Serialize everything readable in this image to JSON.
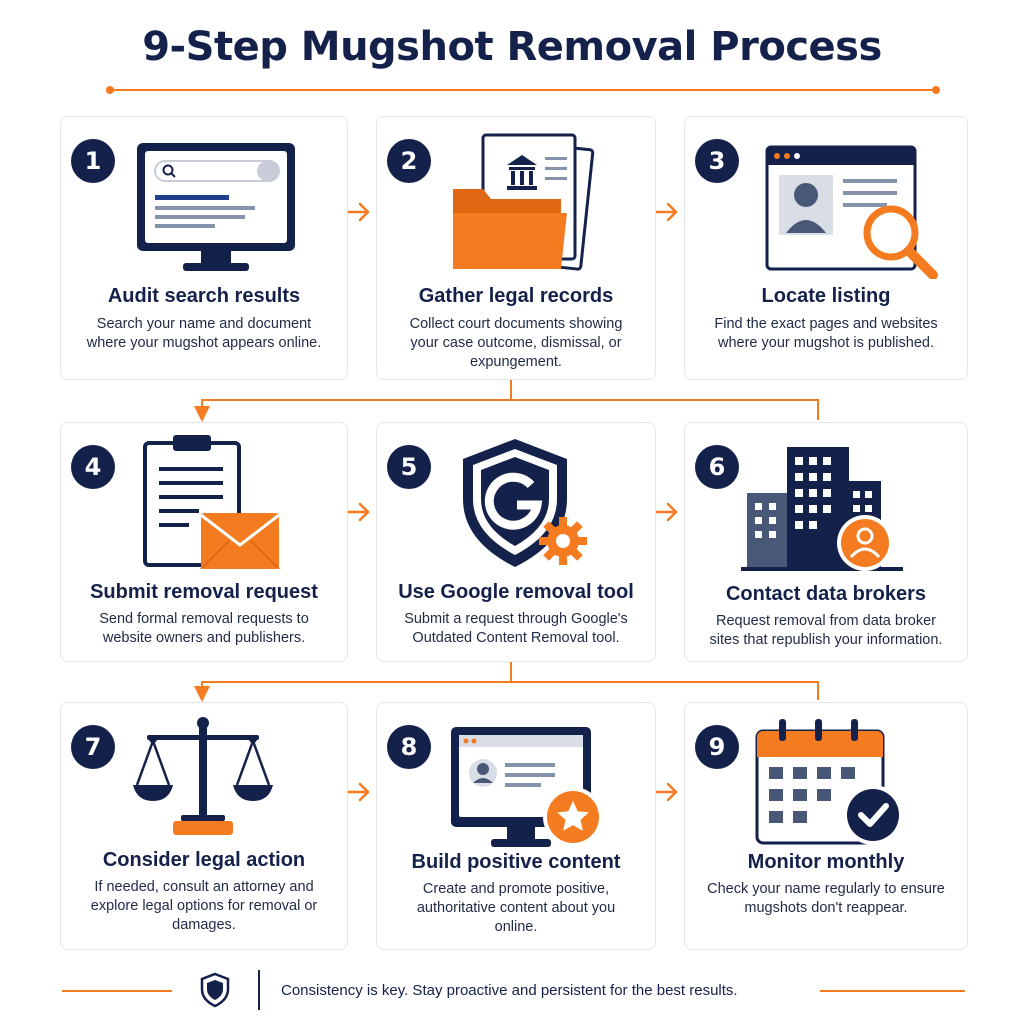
{
  "title": "9-Step Mugshot Removal Process",
  "steps": [
    {
      "number": "1",
      "title": "Audit search results",
      "description": "Search your name and document where your mugshot appears online."
    },
    {
      "number": "2",
      "title": "Gather legal records",
      "description": "Collect court documents showing your case outcome, dismissal, or expungement."
    },
    {
      "number": "3",
      "title": "Locate listing",
      "description": "Find the exact pages and websites where your mugshot is published."
    },
    {
      "number": "4",
      "title": "Submit removal request",
      "description": "Send formal removal requests to website owners and publishers."
    },
    {
      "number": "5",
      "title": "Use Google removal tool",
      "description": "Submit a request through Google's Outdated Content Removal tool."
    },
    {
      "number": "6",
      "title": "Contact data brokers",
      "description": "Request removal from data broker sites that republish your information."
    },
    {
      "number": "7",
      "title": "Consider legal action",
      "description": "If needed, consult an attorney and explore legal options for removal or damages."
    },
    {
      "number": "8",
      "title": "Build positive content",
      "description": "Create and promote positive, authoritative content about you online."
    },
    {
      "number": "9",
      "title": "Monitor monthly",
      "description": "Check your name regularly to ensure mugshots don't reappear."
    }
  ],
  "footer": {
    "text": "Consistency is key. Stay proactive and persistent for the best results."
  },
  "icons": {
    "step1": "monitor-search-icon",
    "step2": "legal-folder-icon",
    "step3": "profile-search-icon",
    "step4": "clipboard-mail-icon",
    "step5": "google-shield-icon",
    "step6": "buildings-person-icon",
    "step7": "scales-of-justice-icon",
    "step8": "monitor-star-icon",
    "step9": "calendar-check-icon",
    "footer": "shield-icon"
  },
  "colors": {
    "navy": "#14214a",
    "orange": "#f47b20",
    "gray": "#8593aa",
    "border": "#e3e6ec"
  }
}
